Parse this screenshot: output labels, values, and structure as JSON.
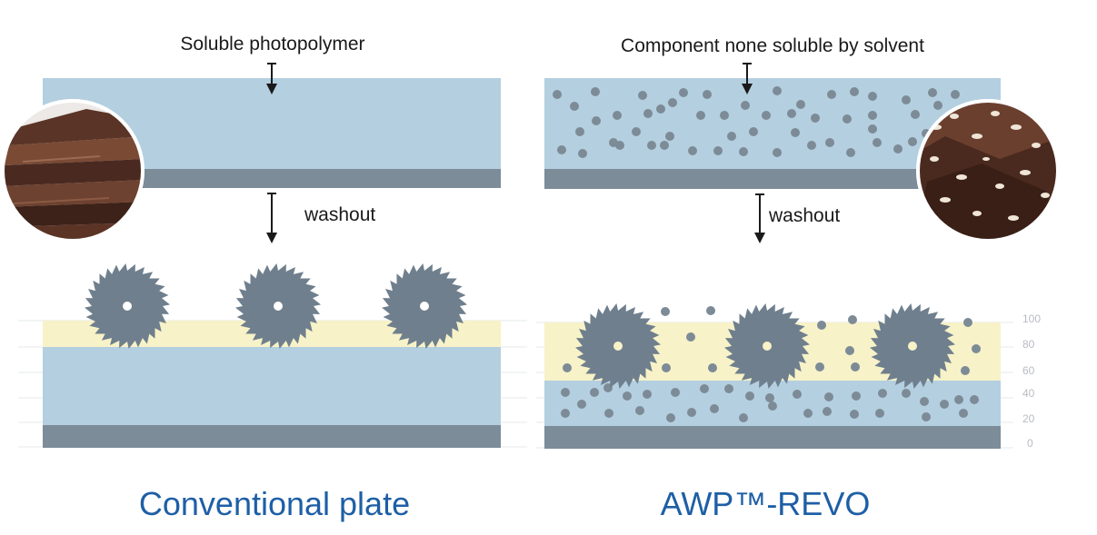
{
  "left": {
    "top_label": "Soluble photopolymer",
    "washout_label": "washout",
    "title": "Conventional plate"
  },
  "right": {
    "top_label": "Component none soluble by solvent",
    "washout_label": "washout",
    "title": "AWP™-REVO"
  },
  "scale": {
    "ticks": [
      "100",
      "80",
      "60",
      "40",
      "20",
      "0"
    ]
  },
  "icons": {
    "blade": "saw-blade-icon",
    "arrow": "down-arrow-icon",
    "photo_left": "chocolate-photo",
    "photo_right": "nut-chocolate-photo"
  },
  "colors": {
    "photopolymer": "#b4cfe0",
    "base": "#7c8c98",
    "ink_layer": "#f7f2c8",
    "blade": "#6f7f8d",
    "particle": "#7d8b97",
    "title": "#1e5fa6",
    "grid": "#e2e5e8"
  }
}
